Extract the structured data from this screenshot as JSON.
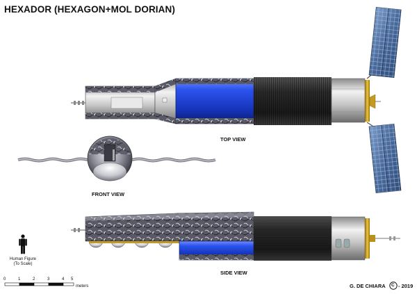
{
  "title": "HEXADOR (HEXAGON+MOL DORIAN)",
  "views": {
    "top": "TOP VIEW",
    "front": "FRONT VIEW",
    "side": "SIDE VIEW"
  },
  "human_figure": {
    "line1": "Human Figure",
    "line2": "(To Scale)"
  },
  "scale_bar": {
    "ticks": [
      "0",
      "1",
      "2",
      "3",
      "4",
      "5"
    ],
    "unit": "meters"
  },
  "credit": "G. DE CHIARA",
  "copyright_symbol": "C",
  "year": "- 2019",
  "colors": {
    "blue_module": "#1a3fd6",
    "dark_body": "#2a2a2a",
    "silver": "#c8c8c8",
    "solar_panel": "#4a6a9a",
    "gold": "#d4a017"
  }
}
